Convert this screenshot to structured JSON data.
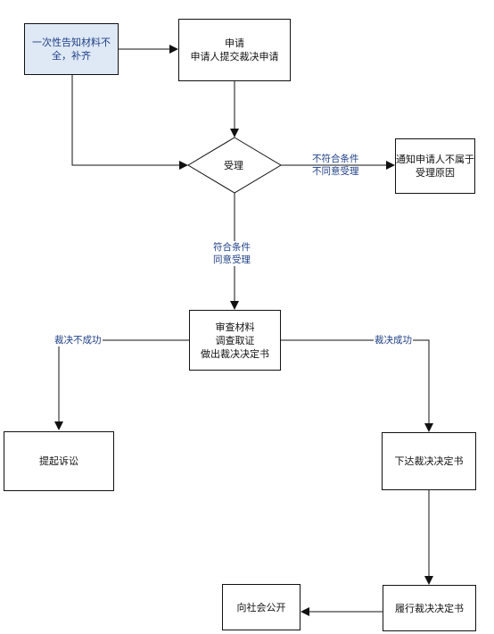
{
  "nodes": {
    "supplement": [
      "一次性告知材料不",
      "全，补齐"
    ],
    "apply": [
      "申请",
      "申请人提交裁决申请"
    ],
    "accept": "受理",
    "notify": [
      "通知申请人不属于",
      "受理原因"
    ],
    "review": [
      "审查材料",
      "调查取证",
      "做出裁决决定书"
    ],
    "lawsuit": "提起诉讼",
    "issue": "下达裁决决定书",
    "perform": "履行裁决决定书",
    "publish": "向社会公开"
  },
  "edge_labels": {
    "not_meet": [
      "不符合条件",
      "不同意受理"
    ],
    "meet": [
      "符合条件",
      "同意受理"
    ],
    "fail": "裁决不成功",
    "success": "裁决成功"
  }
}
